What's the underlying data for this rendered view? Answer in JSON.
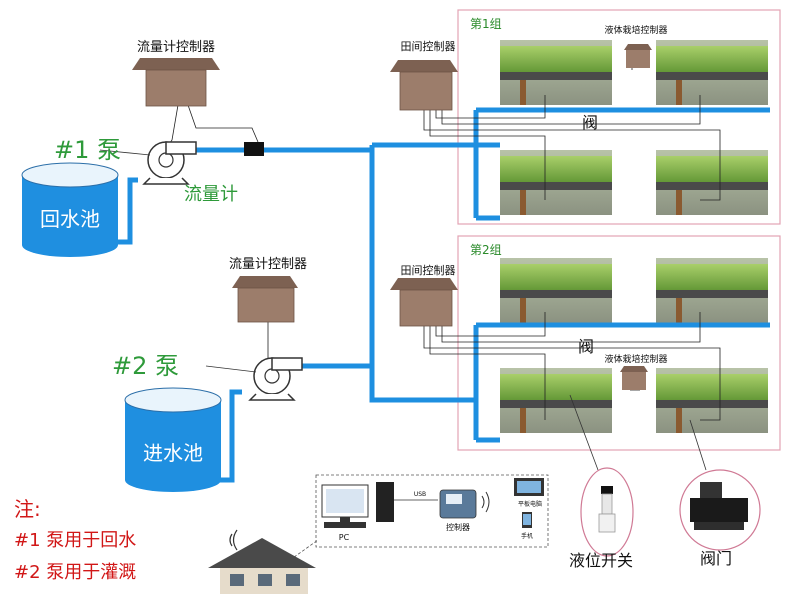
{
  "colors": {
    "pipe": "#1e8fe0",
    "controller_box": "#9c7d6b",
    "frame": "#e3a4b3",
    "tank_water": "#1f8fe0",
    "pump_label": "#2e9a3a",
    "note": "#d11717",
    "wire": "#222222"
  },
  "labels": {
    "flow_controller_1": "流量计控制器",
    "flow_controller_2": "流量计控制器",
    "pump1": "#1 泵",
    "pump2": "#2 泵",
    "flow_meter": "流量计",
    "return_tank": "回水池",
    "inlet_tank": "进水池",
    "field_controller_1": "田间控制器",
    "field_controller_2": "田间控制器",
    "group1": "第1组",
    "group2": "第2组",
    "hydro_controller_1": "液体栽培控制器",
    "hydro_controller_2": "液体栽培控制器",
    "valve_1": "阀",
    "valve_2": "阀",
    "level_switch": "液位开关",
    "valve_gate": "阀门"
  },
  "note": {
    "title": "注:",
    "line1": "#1 泵用于回水",
    "line2": "#2 泵用于灌溉"
  },
  "pc_panel": {
    "pc": "PC",
    "usb": "USB",
    "controller": "控制器",
    "tablet": "平板电脑",
    "phone": "手机"
  },
  "icons": [
    "pump-icon",
    "flow-meter-icon",
    "tank-icon",
    "controller-box-icon",
    "valve-icon",
    "level-switch-icon",
    "house-icon",
    "wifi-icon",
    "pc-icon",
    "tablet-icon",
    "phone-icon",
    "plant-tray-icon"
  ]
}
